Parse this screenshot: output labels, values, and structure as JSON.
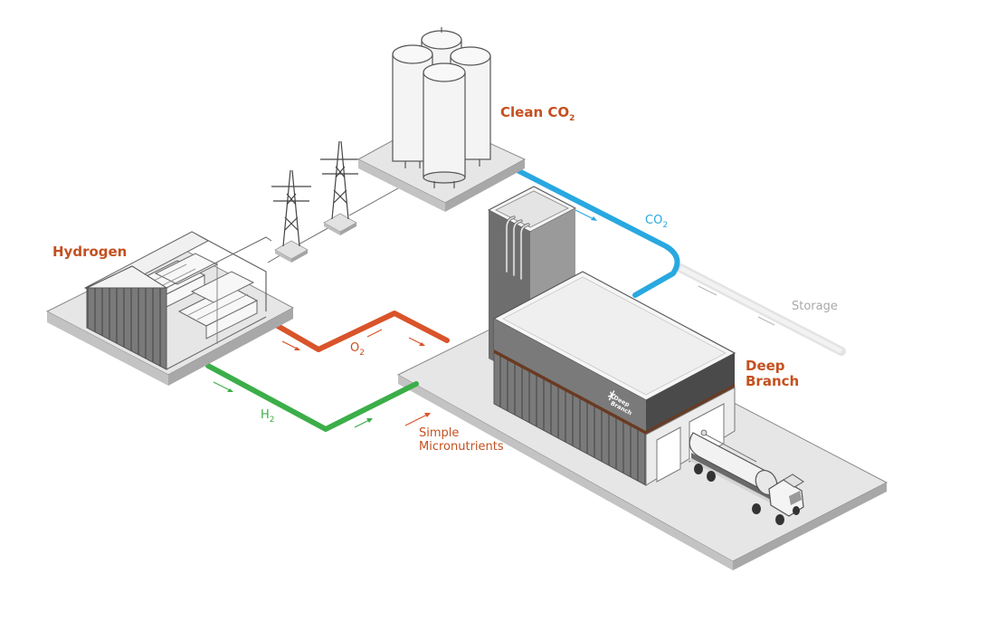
{
  "colors": {
    "orange": "#d9542a",
    "label_orange": "#c4501f",
    "green": "#3cae49",
    "blue": "#29a8e0",
    "storage_gray": "#a9a9a9",
    "platform": "#e6e6e6",
    "platform_side": "#c3c3c3",
    "dark_wall": "#6b6b6b",
    "mid_wall": "#8c8c8c",
    "outline": "#555555"
  },
  "labels": {
    "hydrogen": "Hydrogen",
    "clean_co2_main": "Clean CO",
    "clean_co2_sub": "2",
    "co2_main": "CO",
    "co2_sub": "2",
    "storage": "Storage",
    "o2_main": "O",
    "o2_sub": "2",
    "h2_main": "H",
    "h2_sub": "2",
    "micronutrients_line1": "Simple",
    "micronutrients_line2": "Micronutrients",
    "deep_branch_line1": "Deep",
    "deep_branch_line2": "Branch",
    "building_logo_line1": "Deep",
    "building_logo_line2": "Branch"
  },
  "icons": {
    "logo": "deep-branch-logo-icon"
  }
}
